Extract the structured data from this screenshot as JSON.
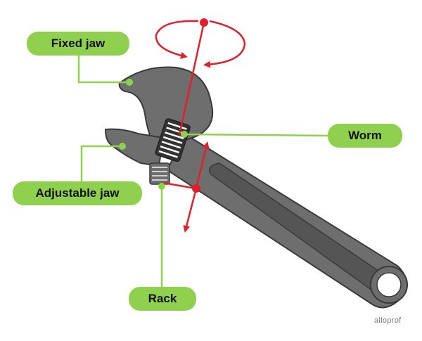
{
  "labels": {
    "fixed_jaw": "Fixed jaw",
    "worm": "Worm",
    "adjustable_jaw": "Adjustable jaw",
    "rack": "Rack"
  },
  "brand": "alloprof",
  "colors": {
    "label_fill": "#8fd14f",
    "leader_line": "#8fd14f",
    "motion_arrows": "#e0202a",
    "wrench_body": "#6e6e6e",
    "wrench_outline": "#3a3a3a"
  }
}
